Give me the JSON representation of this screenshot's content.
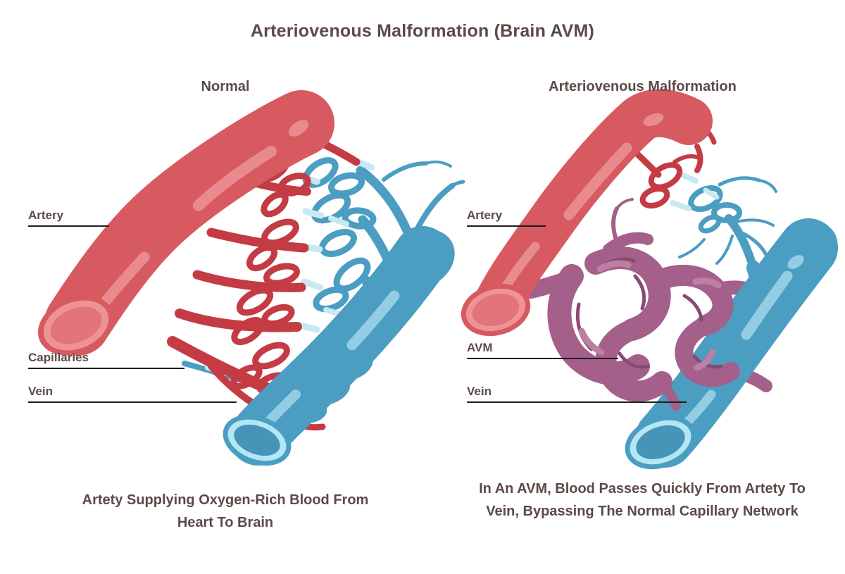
{
  "title": "Arteriovenous Malformation (Brain AVM)",
  "panels": {
    "normal": {
      "heading": "Normal",
      "labels": {
        "artery": "Artery",
        "capillaries": "Capillaries",
        "vein": "Vein"
      },
      "caption": "Artety Supplying Oxygen-Rich Blood From Heart To Brain"
    },
    "avm": {
      "heading": "Arteriovenous Malformation",
      "labels": {
        "artery": "Artery",
        "avm": "AVM",
        "vein": "Vein"
      },
      "caption": "In An AVM, Blood Passes Quickly From Artety To Vein, Bypassing The Normal Capillary Network"
    }
  },
  "colors": {
    "artery_red": "#d75a60",
    "artery_branch_red": "#c43b44",
    "artery_highlight": "#e98a8e",
    "artery_opening_ring": "#ee9296",
    "artery_opening_inner": "#e1757b",
    "vein_blue": "#4c9dc2",
    "vein_highlight": "#93cde4",
    "vein_opening_ring": "#b3e7f5",
    "vein_opening_inner": "#4694b8",
    "capillary_light_blue": "#c8e8f4",
    "avm_purple": "#a4608a",
    "avm_purple_dark": "#8a4a6d",
    "avm_purple_light": "#bd80a3",
    "text_dark": "#5b4a47",
    "label_line": "#1e1e1e"
  }
}
